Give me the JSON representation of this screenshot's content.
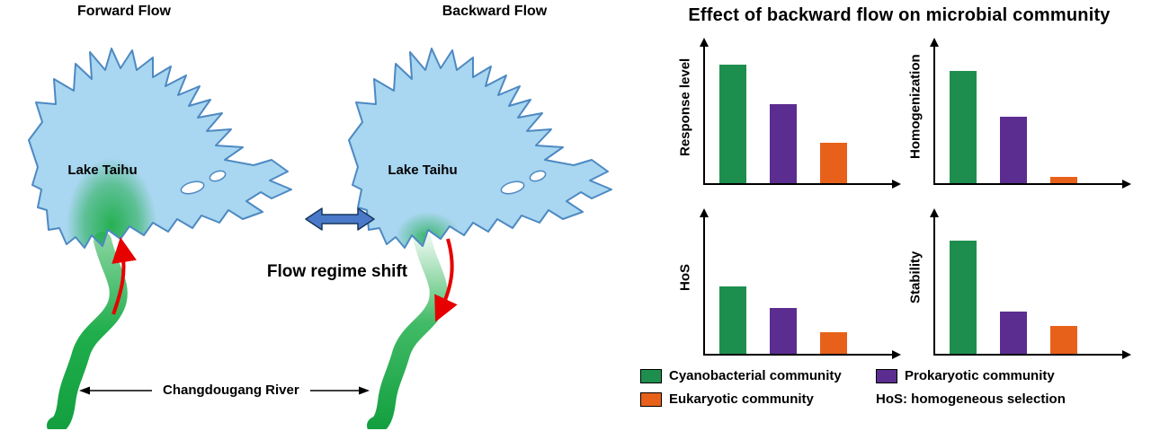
{
  "maps": {
    "forward": {
      "title": "Forward Flow",
      "lake_label": "Lake Taihu"
    },
    "backward": {
      "title": "Backward Flow",
      "lake_label": "Lake Taihu"
    },
    "shift_label": "Flow regime shift",
    "river_label": "Changdougang River"
  },
  "charts_panel": {
    "title": "Effect of backward flow on microbial community"
  },
  "chart_data": [
    {
      "type": "bar",
      "ylabel": "Response level",
      "categories": [
        "Cyanobacterial community",
        "Prokaryotic community",
        "Eukaryotic community"
      ],
      "values": [
        0.93,
        0.62,
        0.32
      ],
      "ylim": [
        0,
        1
      ],
      "colors": [
        "#1e8e4e",
        "#5b2d90",
        "#e8611a"
      ]
    },
    {
      "type": "bar",
      "ylabel": "Homogenization",
      "categories": [
        "Cyanobacterial community",
        "Prokaryotic community",
        "Eukaryotic community"
      ],
      "values": [
        0.88,
        0.52,
        0.05
      ],
      "ylim": [
        0,
        1
      ],
      "colors": [
        "#1e8e4e",
        "#5b2d90",
        "#e8611a"
      ]
    },
    {
      "type": "bar",
      "ylabel": "HoS",
      "categories": [
        "Cyanobacterial community",
        "Prokaryotic community",
        "Eukaryotic community"
      ],
      "values": [
        0.53,
        0.36,
        0.17
      ],
      "ylim": [
        0,
        1
      ],
      "colors": [
        "#1e8e4e",
        "#5b2d90",
        "#e8611a"
      ]
    },
    {
      "type": "bar",
      "ylabel": "Stability",
      "categories": [
        "Cyanobacterial community",
        "Prokaryotic community",
        "Eukaryotic community"
      ],
      "values": [
        0.89,
        0.33,
        0.22
      ],
      "ylim": [
        0,
        1
      ],
      "colors": [
        "#1e8e4e",
        "#5b2d90",
        "#e8611a"
      ]
    }
  ],
  "legend": {
    "items": [
      {
        "label": "Cyanobacterial community",
        "color": "#1e8e4e"
      },
      {
        "label": "Prokaryotic community",
        "color": "#5b2d90"
      },
      {
        "label": "Eukaryotic community",
        "color": "#e8611a"
      }
    ],
    "note": "HoS: homogeneous selection"
  },
  "colors": {
    "lake_fill": "#a9d6f0",
    "lake_outline": "#4d89c2",
    "river_green": "#1fae4b",
    "flow_arrow_red": "#e60000",
    "shift_arrow_blue": "#4b79c9"
  }
}
